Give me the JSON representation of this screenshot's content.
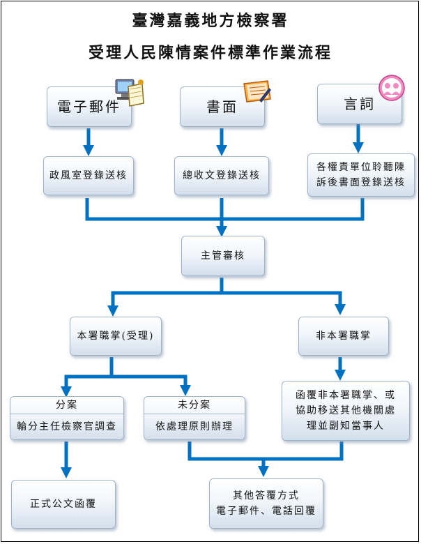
{
  "title": {
    "line1": "臺灣嘉義地方檢察署",
    "line2": "受理人民陳情案件標準作業流程"
  },
  "sources": {
    "email": "電子郵件",
    "written": "書面",
    "oral": "言詞"
  },
  "registration": {
    "email": "政風室登錄送核",
    "written": "總收文登錄送核",
    "oral_line1": "各權責單位聆聽陳",
    "oral_line2": "訴後書面登錄送核"
  },
  "review": "主管審核",
  "branches": {
    "in_scope": "本署職掌(受理)",
    "out_scope": "非本署職掌"
  },
  "split_case": {
    "header": "分案",
    "body": "輪分主任檢察官調查"
  },
  "no_split_case": {
    "header": "未分案",
    "body": "依處理原則辦理"
  },
  "out_scope_action": {
    "line1": "函覆非本署職掌、或",
    "line2": "協助移送其他機關處",
    "line3": "理並副知當事人"
  },
  "formal_reply": "正式公文函覆",
  "other_reply": {
    "line1": "其他答覆方式",
    "line2": "電子郵件、電話回覆"
  },
  "icons": [
    "email-computer-icon",
    "document-pen-icon",
    "people-talking-icon"
  ],
  "colors": {
    "arrow": "#0070c0",
    "box_border": "#9fb4c9",
    "box_gradient_bottom": "#d3dfec"
  }
}
